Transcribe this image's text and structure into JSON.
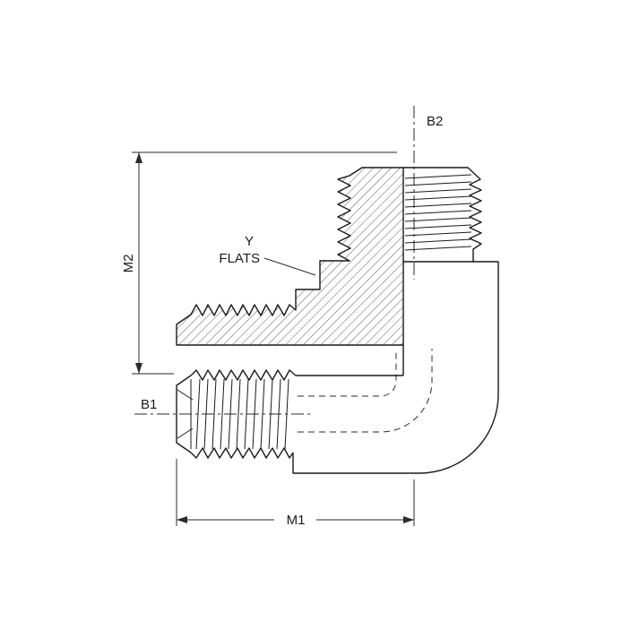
{
  "drawing": {
    "labels": {
      "b2": "B2",
      "m2": "M2",
      "y": "Y",
      "flats": "FLATS",
      "b1": "B1",
      "m1": "M1"
    },
    "colors": {
      "line": "#1a1a1a",
      "dimension": "#2a2a2a",
      "hatch": "#4a4a4a",
      "background": "#ffffff"
    }
  }
}
